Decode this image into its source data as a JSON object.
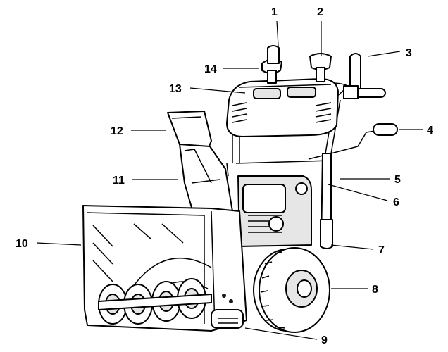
{
  "callouts": [
    {
      "id": "1",
      "label": "1"
    },
    {
      "id": "2",
      "label": "2"
    },
    {
      "id": "3",
      "label": "3"
    },
    {
      "id": "4",
      "label": "4"
    },
    {
      "id": "5",
      "label": "5"
    },
    {
      "id": "6",
      "label": "6"
    },
    {
      "id": "7",
      "label": "7"
    },
    {
      "id": "8",
      "label": "8"
    },
    {
      "id": "9",
      "label": "9"
    },
    {
      "id": "10",
      "label": "10"
    },
    {
      "id": "11",
      "label": "11"
    },
    {
      "id": "12",
      "label": "12"
    },
    {
      "id": "13",
      "label": "13"
    },
    {
      "id": "14",
      "label": "14"
    }
  ],
  "colors": {
    "line": "#000000",
    "background": "#ffffff",
    "accent_fill": "#e6e6e6"
  }
}
